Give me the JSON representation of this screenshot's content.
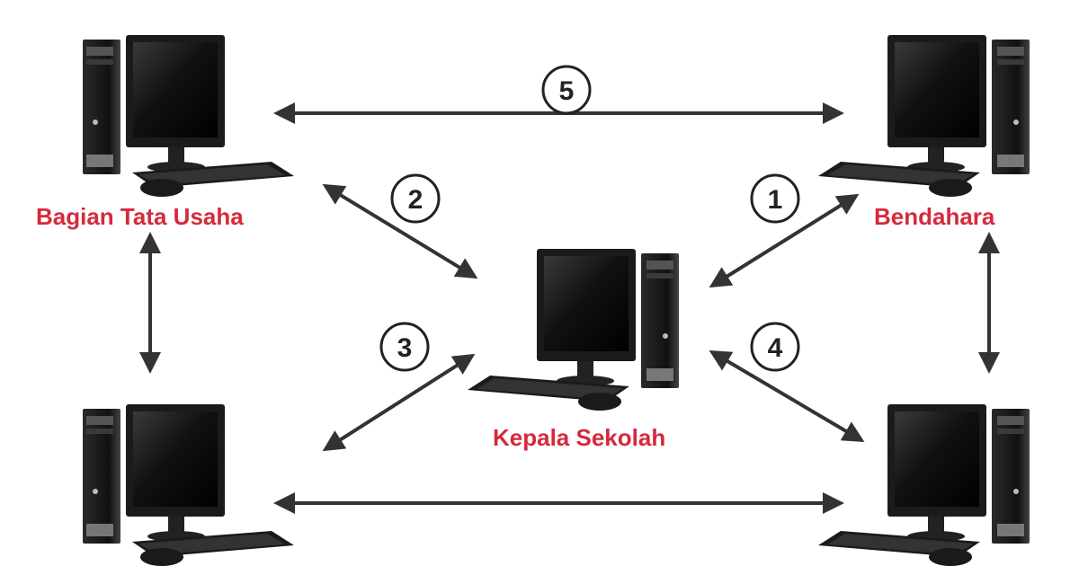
{
  "colors": {
    "label": "#d42a3b",
    "arrow": "#333333",
    "screen": "#111111"
  },
  "nodes": [
    {
      "id": "tata-usaha",
      "label": "Bagian Tata Usaha",
      "icon": "desktop-computer-icon"
    },
    {
      "id": "bendahara",
      "label": "Bendahara",
      "icon": "desktop-computer-icon"
    },
    {
      "id": "kepala-sekolah",
      "label": "Kepala Sekolah",
      "icon": "desktop-computer-icon"
    },
    {
      "id": "bottom-left",
      "label": "",
      "icon": "desktop-computer-icon"
    },
    {
      "id": "bottom-right",
      "label": "",
      "icon": "desktop-computer-icon"
    }
  ],
  "steps": [
    {
      "number": "1",
      "from": "kepala-sekolah",
      "to": "bendahara"
    },
    {
      "number": "2",
      "from": "tata-usaha",
      "to": "kepala-sekolah"
    },
    {
      "number": "3",
      "from": "kepala-sekolah",
      "to": "bottom-left"
    },
    {
      "number": "4",
      "from": "kepala-sekolah",
      "to": "bottom-right"
    },
    {
      "number": "5",
      "from": "tata-usaha",
      "to": "bendahara"
    }
  ],
  "unnumbered_links": [
    {
      "from": "tata-usaha",
      "to": "bottom-left"
    },
    {
      "from": "bendahara",
      "to": "bottom-right"
    },
    {
      "from": "bottom-left",
      "to": "bottom-right"
    }
  ]
}
